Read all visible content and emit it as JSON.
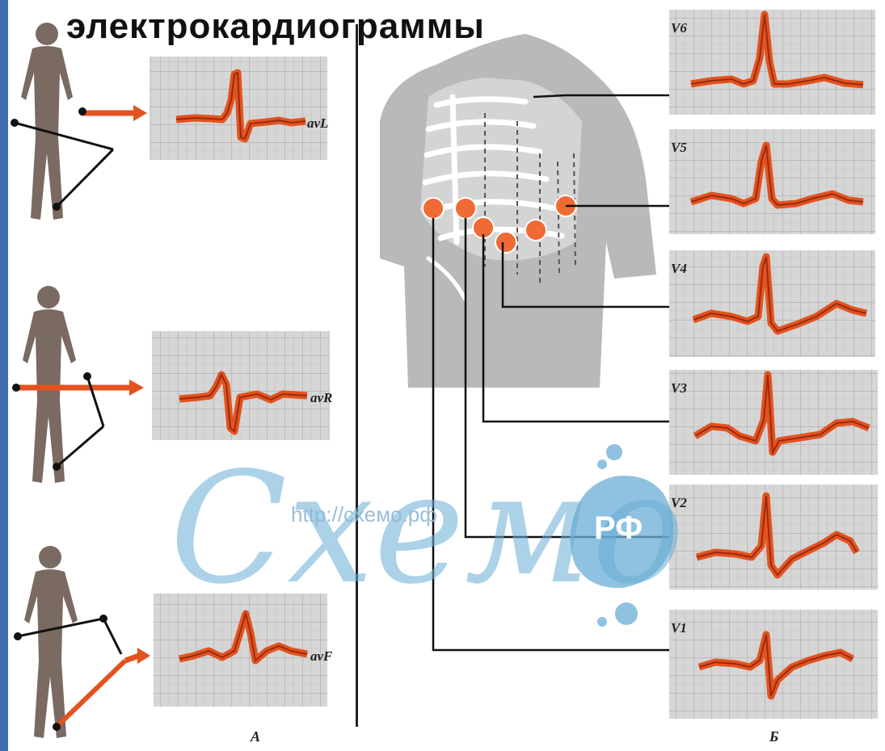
{
  "title": "электрокардиограммы",
  "panel_left_label": "А",
  "panel_right_label": "Б",
  "limb_leads": [
    {
      "label": "avL"
    },
    {
      "label": "avR"
    },
    {
      "label": "avF"
    }
  ],
  "chest_leads": [
    {
      "label": "V6"
    },
    {
      "label": "V5"
    },
    {
      "label": "V4"
    },
    {
      "label": "V3"
    },
    {
      "label": "V2"
    },
    {
      "label": "V1"
    }
  ],
  "watermark": {
    "url": "http://схемо.рф",
    "word": "Схемо",
    "badge": "РФ"
  },
  "colors": {
    "trace": "#e2531f",
    "trace_core": "#9a2a0d",
    "paper": "#d6d6d6",
    "grid": "#a9a9a9",
    "body": "#7a6a62",
    "torso": "#b9b9b9",
    "electrode": "#f06a33",
    "watermark": "#6aaed6",
    "accent": "#3f6fb0"
  }
}
